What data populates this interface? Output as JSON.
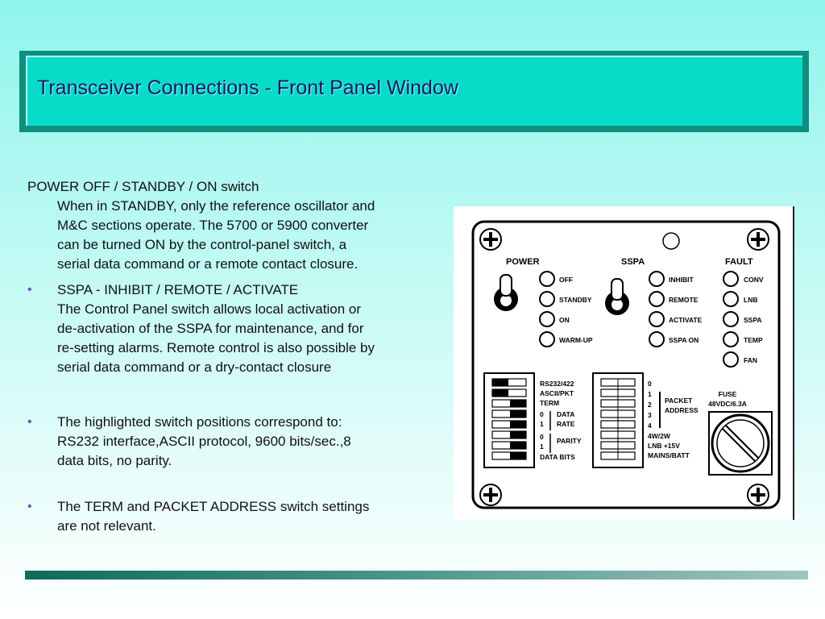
{
  "title": "Transceiver Connections  -  Front Panel Window",
  "body": {
    "power_heading": "POWER  OFF / STANDBY / ON switch",
    "power_lines": [
      "When in STANDBY, only the reference oscillator and",
      "M&C sections operate.  The 5700 or 5900 converter",
      "can be turned ON by the control-panel switch, a",
      "serial data command or a remote contact closure."
    ],
    "bullet_char": "•",
    "sspa_lines": [
      "SSPA - INHIBIT / REMOTE / ACTIVATE",
      "The Control Panel switch allows local activation or",
      "de-activation of the SSPA for maintenance, and for",
      "re-setting alarms.  Remote control is also possible by",
      "serial data command or a dry-contact closure"
    ],
    "highlight_lines": [
      "The highlighted switch positions correspond to:",
      "RS232 interface,ASCII protocol, 9600 bits/sec.,8",
      "data bits, no parity."
    ],
    "term_lines": [
      "The TERM and PACKET ADDRESS switch settings",
      "are not relevant."
    ]
  },
  "panel": {
    "power_label": "POWER",
    "sspa_label": "SSPA",
    "fault_label": "FAULT",
    "power_leds": [
      "OFF",
      "STANDBY",
      "ON",
      "WARM-UP"
    ],
    "sspa_leds": [
      "INHIBIT",
      "REMOTE",
      "ACTIVATE",
      "SSPA ON"
    ],
    "fault_leds": [
      "CONV",
      "LNB",
      "SSPA",
      "TEMP",
      "FAN"
    ],
    "dip_left_labels": [
      "RS232/422",
      "ASCII/PKT",
      "TERM",
      "0",
      "DATA",
      "1",
      "RATE",
      "0",
      "PARITY",
      "1",
      "DATA BITS"
    ],
    "dip_right_numbers": [
      "0",
      "1",
      "2",
      "3",
      "4"
    ],
    "packet_address": [
      "PACKET",
      "ADDRESS"
    ],
    "dip_right_bottom": [
      "4W/2W",
      "LNB +15V",
      "MAINS/BATT"
    ],
    "fuse_label": [
      "FUSE",
      "48VDC/6.3A"
    ]
  }
}
